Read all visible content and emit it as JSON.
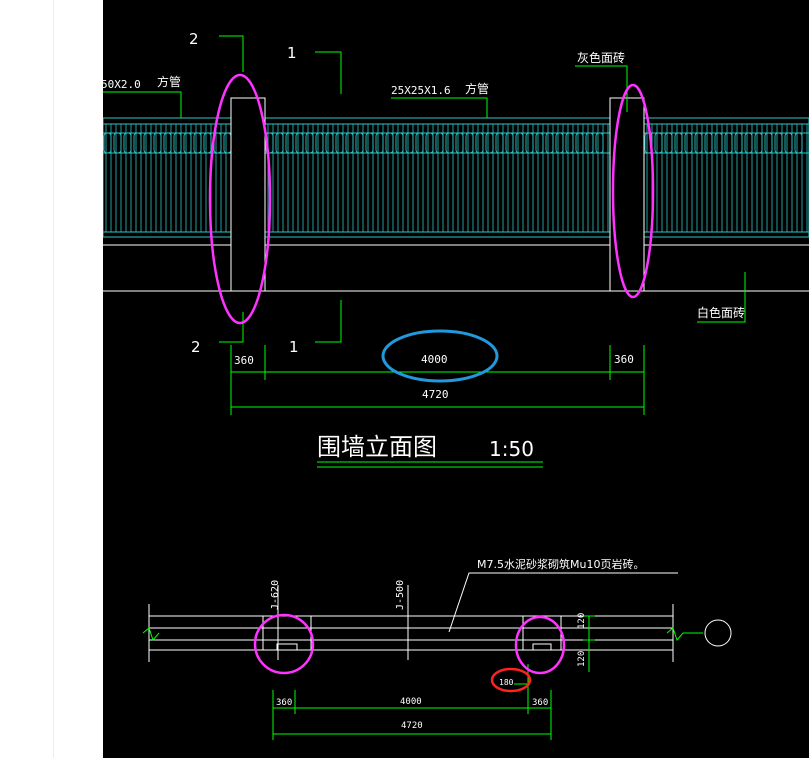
{
  "colors": {
    "background": "#000000",
    "rail": "#2ec4c4",
    "outline": "#ffffff",
    "leader": "#00ff00",
    "dimension": "#00ff00",
    "highlight_magenta": "#ff33ff",
    "highlight_blue": "#2299dd",
    "highlight_red": "#ff2222"
  },
  "elevation": {
    "section_marks": {
      "left_top": "2",
      "left_bottom": "2",
      "mid_top": "1",
      "mid_bottom": "1"
    },
    "labels": {
      "tube_large": "50X2.0",
      "tube_large_name": "方管",
      "tube_small": "25X25X1.6",
      "tube_small_name": "方管",
      "grey_tile": "灰色面砖",
      "white_tile": "白色面砖"
    },
    "dimensions": {
      "pier_left": "360",
      "bay": "4000",
      "pier_right": "360",
      "total": "4720"
    },
    "title": "围墙立面图",
    "scale": "1:50"
  },
  "plan": {
    "note": "M7.5水泥砂浆砌筑Mu10页岩砖。",
    "section_labels": {
      "left": "J-620",
      "mid": "J-500"
    },
    "side_dims": {
      "upper": "120",
      "lower": "120"
    },
    "marker_dim": "180",
    "dimensions": {
      "pier_left": "360",
      "bay": "4000",
      "pier_right": "360",
      "total": "4720"
    }
  }
}
